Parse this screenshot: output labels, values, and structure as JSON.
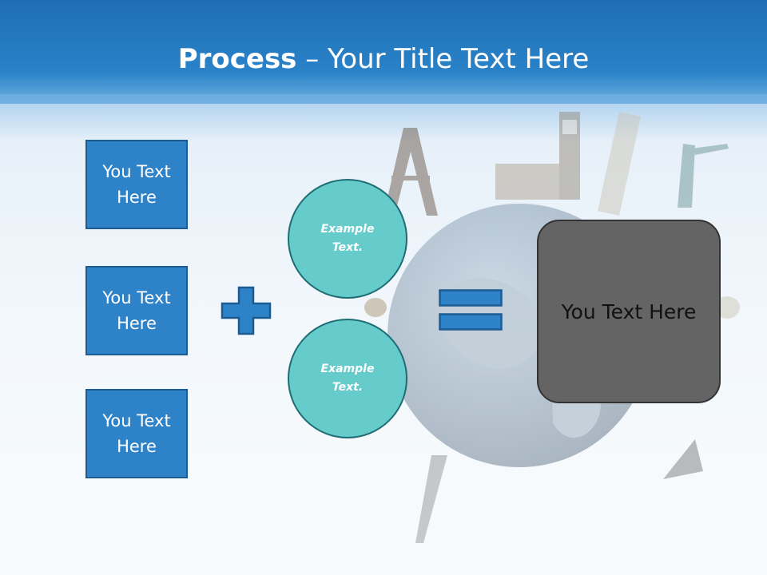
{
  "header": {
    "title_bold": "Process",
    "title_rest": " – Your Title Text Here"
  },
  "boxes": [
    {
      "label": "You Text\nHere"
    },
    {
      "label": "You Text\nHere"
    },
    {
      "label": "You Text\nHere"
    }
  ],
  "circles": [
    {
      "label": "Example\nText."
    },
    {
      "label": "Example\nText."
    }
  ],
  "result": {
    "label": "You Text Here"
  },
  "operators": {
    "plus_icon": "plus-icon",
    "equals_icon": "equals-icon"
  },
  "colors": {
    "header_blue": "#2a82c8",
    "box_blue": "#2e82c8",
    "circle_teal": "#66cbcb",
    "result_gray": "#646464"
  }
}
